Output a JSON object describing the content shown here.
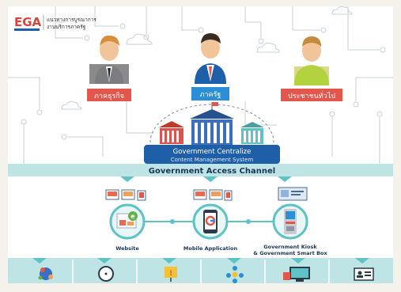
{
  "brand": {
    "logo_text": "EGA",
    "org_name_line1": "แนวทางการบูรณาการ",
    "org_name_line2": "งานบริการภาครัฐ"
  },
  "stakeholders": [
    {
      "label": "ภาคธุรกิจ",
      "color": "#e2564b"
    },
    {
      "label": "ภาครัฐ",
      "color": "#2b8fd6"
    },
    {
      "label": "ประชาชนทั่วไป",
      "color": "#e2564b"
    }
  ],
  "cms": {
    "title": "Government Centralize",
    "subtitle": "Content Management System",
    "color": "#1f5fa8"
  },
  "channel": {
    "title": "Government Access Channel",
    "band_color": "#bfe4e6"
  },
  "channels": [
    {
      "label": "Website",
      "icon": "website-icon"
    },
    {
      "label": "Mobile Application",
      "icon": "mobile-app-icon"
    },
    {
      "label": "Government Kiosk\n& Government Smart Box",
      "label_line1": "Government Kiosk",
      "label_line2": "& Government Smart Box",
      "icon": "kiosk-icon"
    }
  ],
  "bottom_services": [
    {
      "icon": "globe-network-icon"
    },
    {
      "icon": "compass-icon"
    },
    {
      "icon": "notice-board-icon"
    },
    {
      "icon": "people-connect-icon"
    },
    {
      "icon": "online-service-screen-icon"
    },
    {
      "icon": "id-card-icon"
    }
  ],
  "colors": {
    "teal": "#5fc3c6",
    "line_gray": "#bfc6cc",
    "navy": "#1f5fa8",
    "red": "#e2564b",
    "green_line": "#4fb6a0"
  }
}
